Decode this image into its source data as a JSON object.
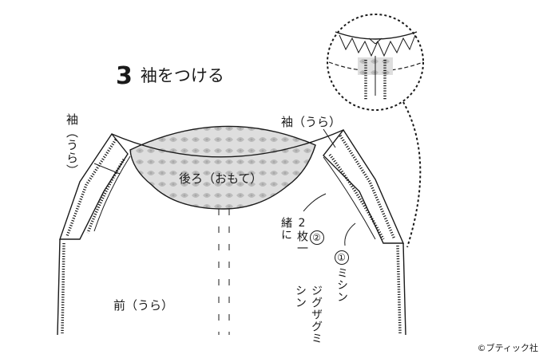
{
  "step": {
    "number": "3",
    "title": "袖をつける"
  },
  "labels": {
    "sleeve_left": "袖（うら）",
    "sleeve_right": "袖（うら）",
    "back": "後ろ（おもて）",
    "front": "前（うら）"
  },
  "instructions": [
    {
      "marker": "①",
      "text": "ミシン"
    },
    {
      "marker": "②",
      "text": "2枚一緒に",
      "text2": "ジグザグミシン"
    }
  ],
  "copyright": "©ブティック社",
  "colors": {
    "line": "#1a1a1a",
    "fabric_back": "#dcdcdc",
    "background": "#ffffff"
  }
}
